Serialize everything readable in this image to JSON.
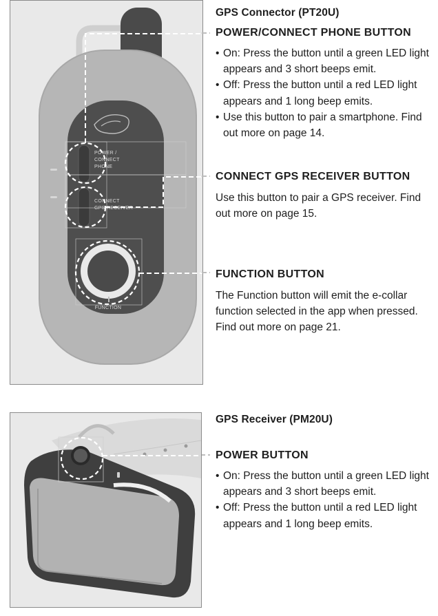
{
  "connector": {
    "title": "GPS Connector (PT20U)",
    "power_button": {
      "heading": "POWER/CONNECT PHONE BUTTON",
      "bullets": [
        "On: Press the button until a green LED light appears and 3 short beeps emit.",
        "Off: Press the button until a red LED light appears and 1 long beep emits.",
        "Use this button to pair a smartphone. Find out more on page 14."
      ]
    },
    "gps_button": {
      "heading": "CONNECT GPS RECEIVER BUTTON",
      "text": "Use this button to pair a GPS receiver. Find out more on page 15."
    },
    "function_button": {
      "heading": "FUNCTION BUTTON",
      "text": "The Function button will emit the e-collar function selected in the app when pressed. Find out more on page 21."
    },
    "device_labels": {
      "power_connect": [
        "POWER /",
        "CONNECT",
        "PHONE"
      ],
      "connect_gps": [
        "CONNECT",
        "GPS RECEIVER"
      ],
      "function": "FUNCTION"
    }
  },
  "receiver": {
    "title": "GPS Receiver (PM20U)",
    "power_button": {
      "heading": "POWER BUTTON",
      "bullets": [
        "On: Press the button until a green LED light appears and 3 short beeps emit.",
        "Off: Press the button until a red LED light appears and 1 long beep emits."
      ]
    }
  },
  "colors": {
    "device_body": "#b5b5b5",
    "device_face": "#4e4e4e",
    "antenna": "#4a4a4a",
    "leader_line": "#ffffff"
  }
}
